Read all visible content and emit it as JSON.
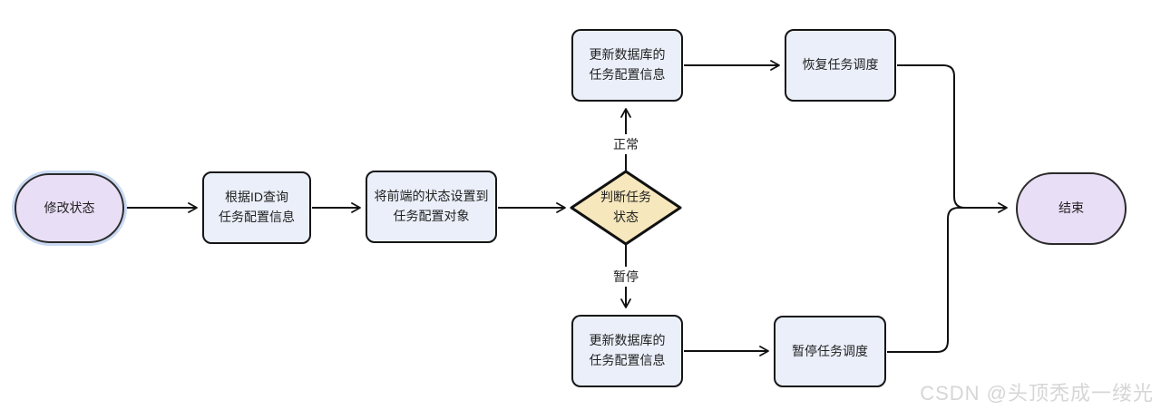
{
  "colors": {
    "terminal-fill": "#e8def6",
    "terminal-halo": "#c9d9f2",
    "process-fill": "#eaeff9",
    "decision-fill": "#f6e7bc",
    "line": "#111111",
    "text": "#222222",
    "watermark": "#d6d6d6"
  },
  "nodes": {
    "start": {
      "label": "修改状态",
      "type": "terminal"
    },
    "query_by_id": {
      "label": "根据ID查询\n任务配置信息",
      "type": "process"
    },
    "set_state": {
      "label": "将前端的状态设置到\n任务配置对象",
      "type": "process"
    },
    "judge_status": {
      "label": "判断任务\n状态",
      "type": "decision"
    },
    "update_db_normal": {
      "label": "更新数据库的\n任务配置信息",
      "type": "process"
    },
    "resume_schedule": {
      "label": "恢复任务调度",
      "type": "process"
    },
    "update_db_pause": {
      "label": "更新数据库的\n任务配置信息",
      "type": "process"
    },
    "pause_schedule": {
      "label": "暂停任务调度",
      "type": "process"
    },
    "end": {
      "label": "结束",
      "type": "terminal"
    }
  },
  "edge_labels": {
    "normal": "正常",
    "pause": "暂停"
  },
  "watermark": "CSDN @头顶秃成一缕光"
}
